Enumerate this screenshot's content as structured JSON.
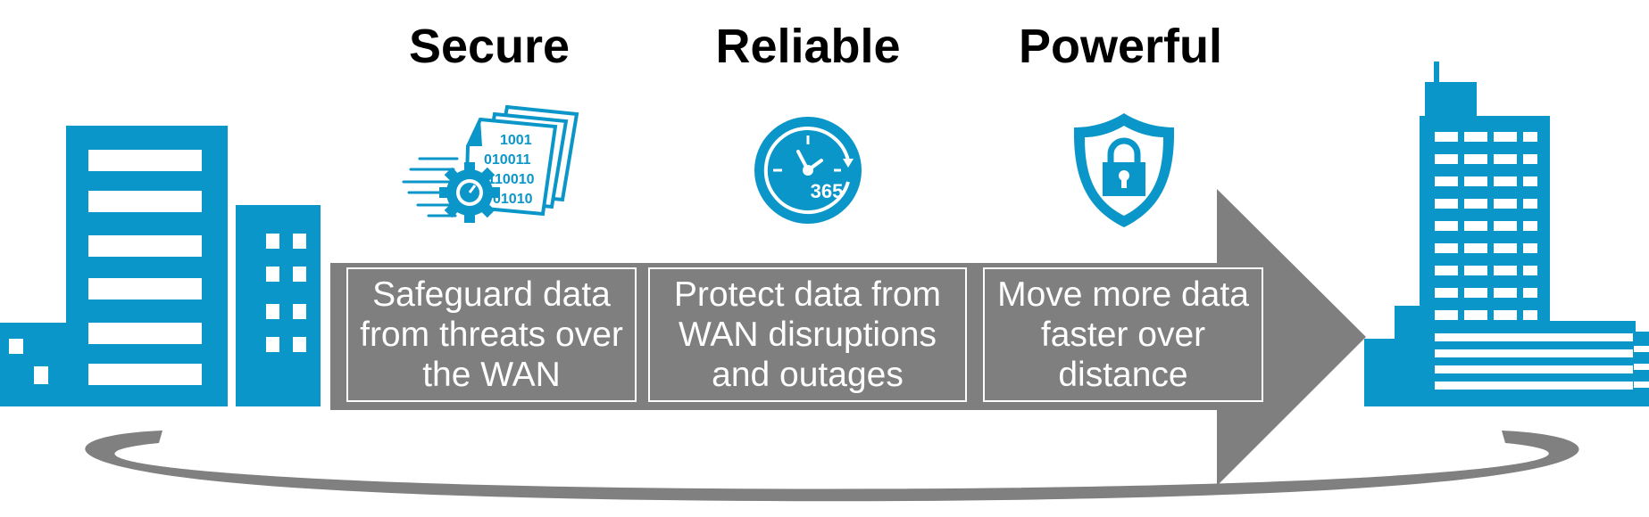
{
  "columns": [
    {
      "heading": "Secure",
      "description": "Safeguard data from threats over the WAN",
      "icon": "data-transfer-gear-icon",
      "binary_lines": [
        "1001",
        "010011",
        "110010",
        "01010"
      ]
    },
    {
      "heading": "Reliable",
      "description": "Protect data from WAN disruptions and outages",
      "icon": "clock-365-icon",
      "icon_text": "365"
    },
    {
      "heading": "Powerful",
      "description": "Move more data faster over distance",
      "icon": "shield-lock-icon"
    }
  ],
  "left_icon": "office-buildings-icon",
  "right_icon": "office-tower-icon",
  "colors": {
    "building": "#0a96c8",
    "arrow": "#7f7f7f",
    "ellipse": "#808080",
    "heading": "#000000",
    "description_text": "#ffffff",
    "background": "#ffffff"
  }
}
